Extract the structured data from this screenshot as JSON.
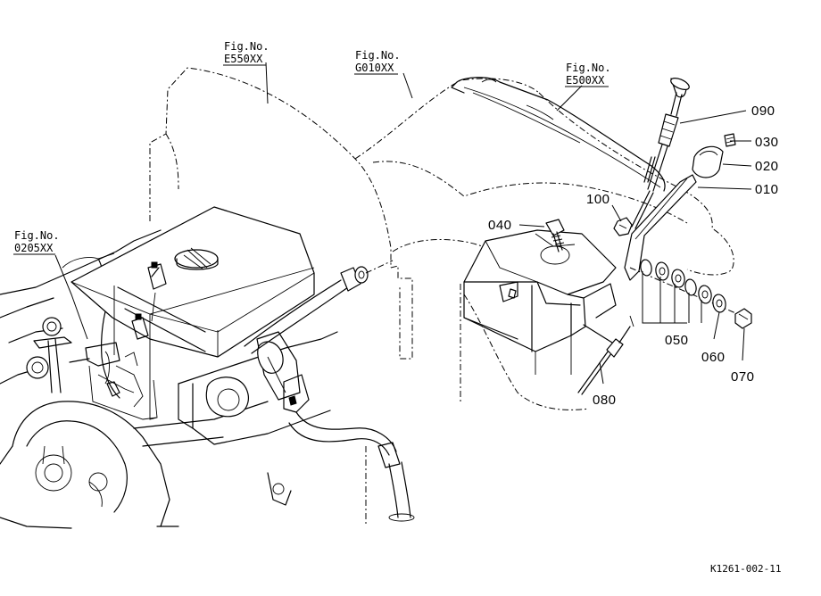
{
  "figure_refs": [
    {
      "id": "fig-e550",
      "line1": "Fig.No.",
      "line2": "E550XX"
    },
    {
      "id": "fig-g010",
      "line1": "Fig.No.",
      "line2": "G010XX"
    },
    {
      "id": "fig-e500",
      "line1": "Fig.No.",
      "line2": "E500XX"
    },
    {
      "id": "fig-0205",
      "line1": "Fig.No.",
      "line2": "0205XX"
    }
  ],
  "callouts": {
    "p010": "010",
    "p020": "020",
    "p030": "030",
    "p040": "040",
    "p050": "050",
    "p060": "060",
    "p070": "070",
    "p080": "080",
    "p090": "090",
    "p100": "100"
  },
  "drawing_code": "K1261-002-11"
}
